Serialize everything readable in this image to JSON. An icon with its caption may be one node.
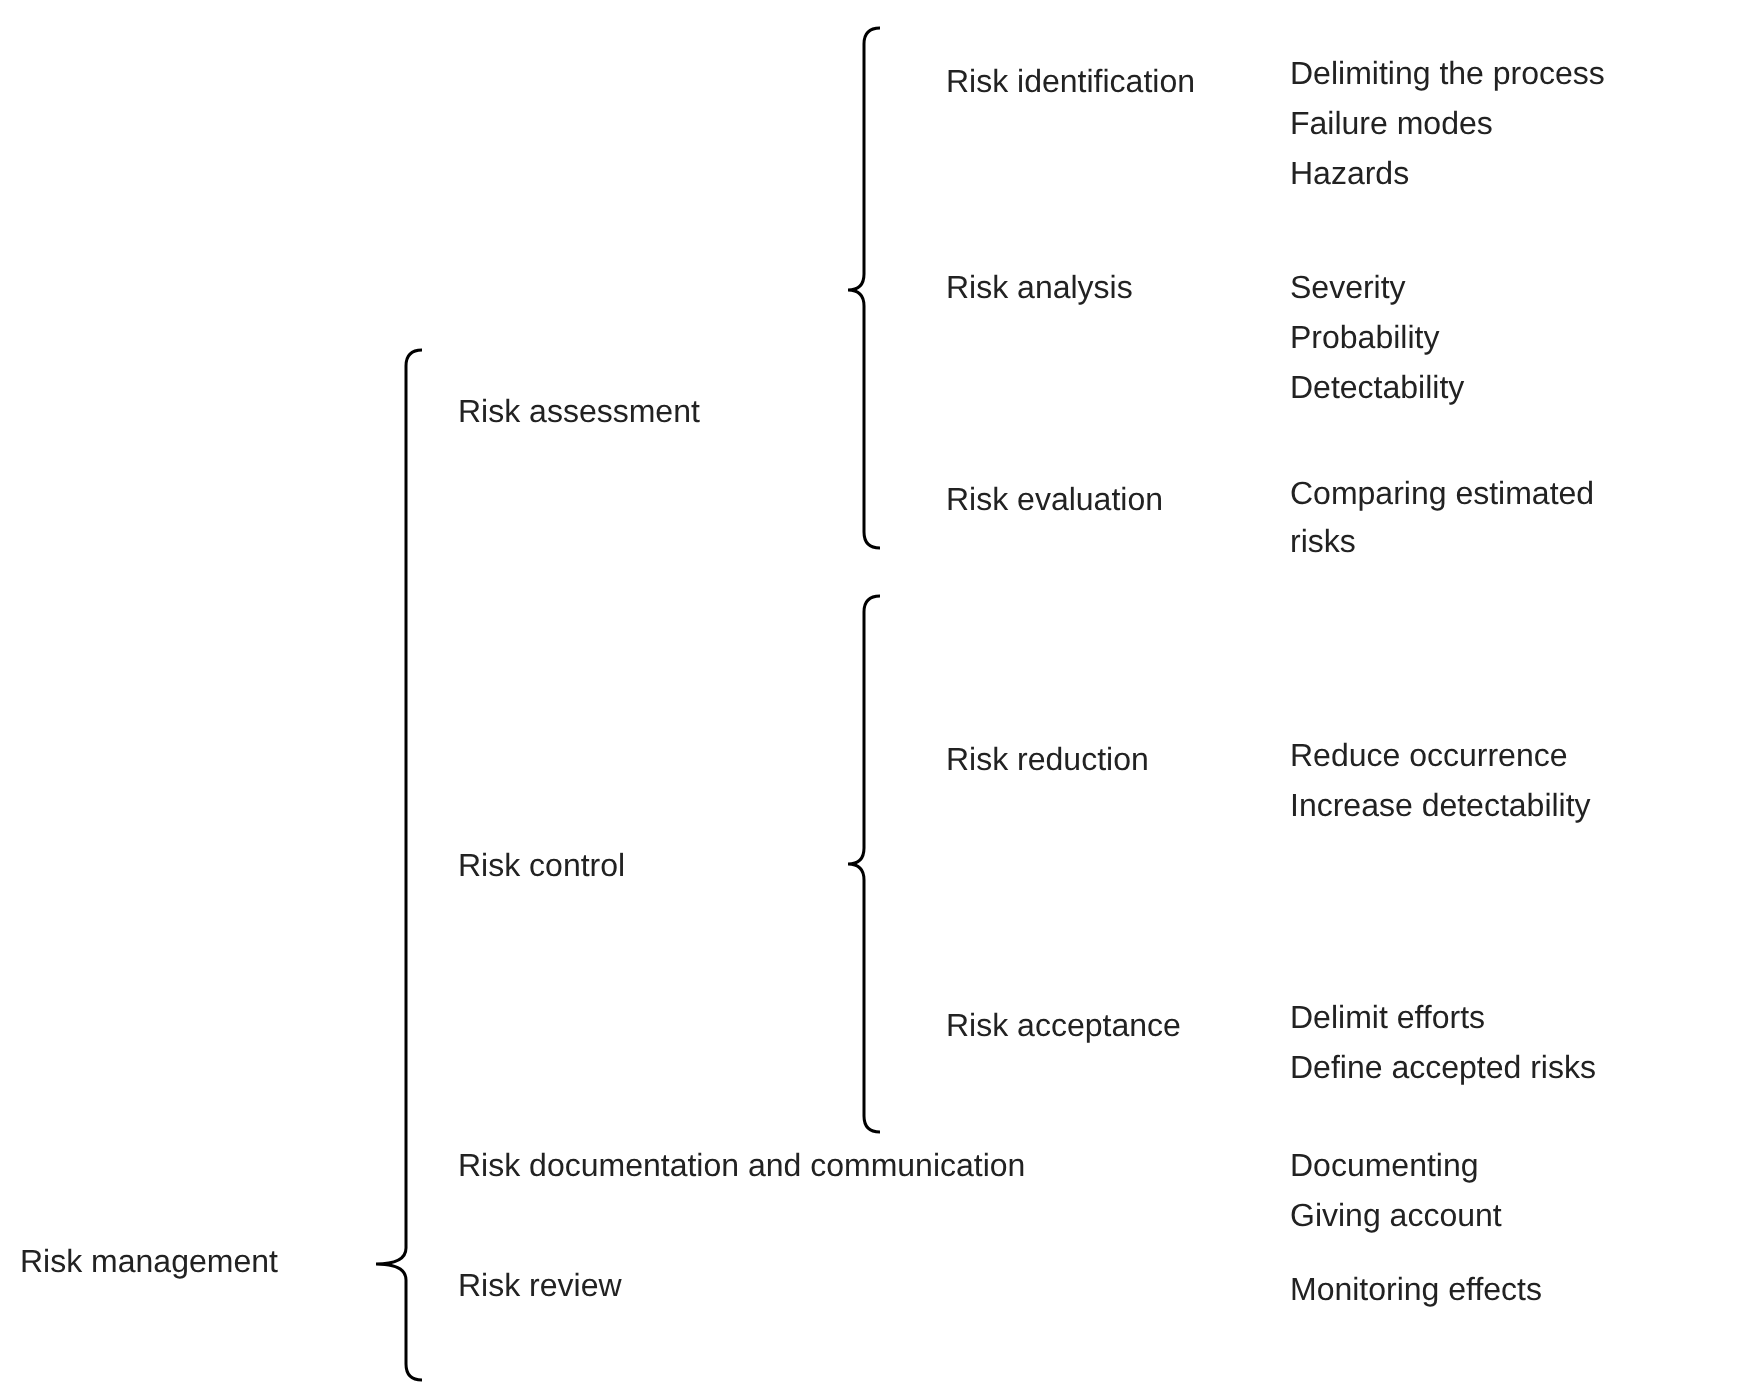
{
  "diagram": {
    "nodes": [
      {
        "text": [
          "Risk management"
        ]
      },
      {
        "text": [
          "Risk assessment"
        ]
      },
      {
        "text": [
          "Risk identification"
        ]
      },
      {
        "text": [
          "Risk analysis"
        ]
      },
      {
        "text": [
          "Risk evaluation"
        ]
      },
      {
        "text": [
          "Risk control"
        ]
      },
      {
        "text": [
          "Risk reduction"
        ]
      },
      {
        "text": [
          "Risk acceptance"
        ]
      },
      {
        "text": [
          "Risk documentation and communication"
        ]
      },
      {
        "text": [
          "Risk review"
        ]
      }
    ],
    "labels": [
      "Delimiting the process",
      "Failure modes",
      "Hazards",
      "Severity",
      "Probability",
      "Detectability",
      "Comparing estimated risks",
      "Reduce occurrence",
      "Increase detectability",
      "Delimit efforts",
      "Define accepted risks",
      "Documenting",
      "Giving account",
      "Monitoring effects"
    ]
  }
}
